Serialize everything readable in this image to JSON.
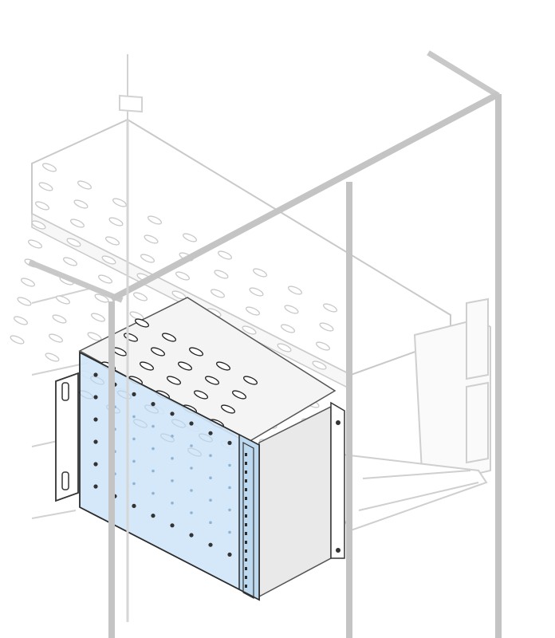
{
  "diagram": {
    "subject": "enclosure-frame-with-perforated-cable-trays-and-mounting-box",
    "colors": {
      "background": "#ffffff",
      "frame": "#c8c8c8",
      "tray_fill": "#ffffff",
      "tray_stroke": "#c9c9c9",
      "box_top": "#f4f4f4",
      "box_side": "#e9e9e9",
      "panel_fill": "#cfe6f8",
      "panel_stroke": "#2b2b2b",
      "bracket": "#3a3a3a"
    },
    "trays": [
      {
        "name": "upper-tray",
        "slot_rows": 10,
        "slot_cols": 9
      },
      {
        "name": "box-top-tray",
        "slot_rows": 6,
        "slot_cols": 5
      }
    ],
    "box_panel": {
      "name": "front-panel",
      "hole_rows": 6,
      "hole_cols": 8
    }
  }
}
